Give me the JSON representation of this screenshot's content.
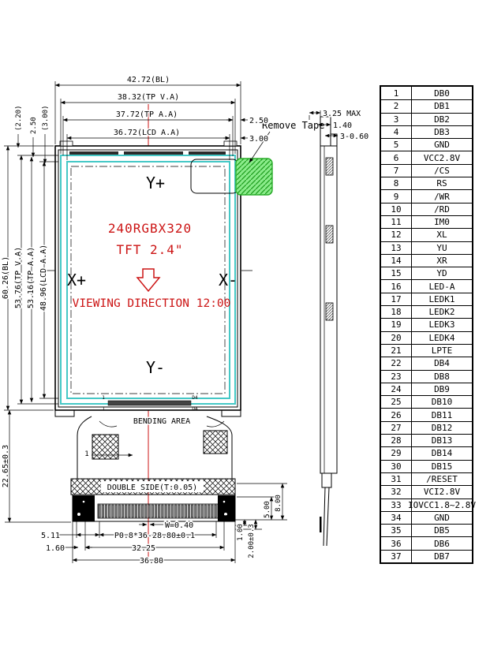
{
  "front_view": {
    "dim_width_bl": "42.72(BL)",
    "dim_width_tp_va": "38.32(TP V.A)",
    "dim_width_tp_aa": "37.72(TP A.A)",
    "dim_width_lcd_aa": "36.72(LCD A.A)",
    "dim_right_top1": "2.50",
    "dim_right_top2": "3.00",
    "dim_left_small1": "(2.20)",
    "dim_left_small2": "2.50",
    "dim_left_small3": "(3.00)",
    "dim_height_bl": "60.26(BL)",
    "dim_height_tp_va": "53.76(TP V.A)",
    "dim_height_tp_aa": "53.16(TP A.A)",
    "dim_height_lcd_aa": "48.96(LCD A.A)",
    "dim_height_tail": "22.65±0.3",
    "axis_y_plus": "Y+",
    "axis_y_minus": "Y-",
    "axis_x_plus": "X+",
    "axis_x_minus": "X-",
    "panel_line1": "240RGBX320",
    "panel_line2": "TFT 2.4\"",
    "viewing_direction": "VIEWING DIRECTION 12:00",
    "remove_tape": "Remove Tape",
    "bending_area": "BENDING AREA",
    "double_side": "DOUBLE SIDE(T:0.05)",
    "contact_left": "1",
    "contact_right": "D4",
    "stiffener_note": "1",
    "pin_first": "1",
    "pin_last": "37",
    "dim_pin_width": "W=0.40",
    "dim_pitch": "P0.8*36-28.80±0.1",
    "dim_3225": "32.25",
    "dim_3680": "36.80",
    "dim_511": "5.11",
    "dim_160": "1.60",
    "dim_100": "1.00",
    "dim_200": "2.00±0.3",
    "dim_500": "5.00",
    "dim_800": "8.00"
  },
  "side_view": {
    "dim_thickness": "3.25 MAX",
    "dim_tape": "1.40",
    "dim_step": "3-0.60"
  },
  "pin_table": {
    "rows": [
      {
        "pin": "1",
        "name": "DB0"
      },
      {
        "pin": "2",
        "name": "DB1"
      },
      {
        "pin": "3",
        "name": "DB2"
      },
      {
        "pin": "4",
        "name": "DB3"
      },
      {
        "pin": "5",
        "name": "GND"
      },
      {
        "pin": "6",
        "name": "VCC2.8V"
      },
      {
        "pin": "7",
        "name": "/CS"
      },
      {
        "pin": "8",
        "name": "RS"
      },
      {
        "pin": "9",
        "name": "/WR"
      },
      {
        "pin": "10",
        "name": "/RD"
      },
      {
        "pin": "11",
        "name": "IM0"
      },
      {
        "pin": "12",
        "name": "XL"
      },
      {
        "pin": "13",
        "name": "YU"
      },
      {
        "pin": "14",
        "name": "XR"
      },
      {
        "pin": "15",
        "name": "YD"
      },
      {
        "pin": "16",
        "name": "LED-A"
      },
      {
        "pin": "17",
        "name": "LEDK1"
      },
      {
        "pin": "18",
        "name": "LEDK2"
      },
      {
        "pin": "19",
        "name": "LEDK3"
      },
      {
        "pin": "20",
        "name": "LEDK4"
      },
      {
        "pin": "21",
        "name": "LPTE"
      },
      {
        "pin": "22",
        "name": "DB4"
      },
      {
        "pin": "23",
        "name": "DB8"
      },
      {
        "pin": "24",
        "name": "DB9"
      },
      {
        "pin": "25",
        "name": "DB10"
      },
      {
        "pin": "26",
        "name": "DB11"
      },
      {
        "pin": "27",
        "name": "DB12"
      },
      {
        "pin": "28",
        "name": "DB13"
      },
      {
        "pin": "29",
        "name": "DB14"
      },
      {
        "pin": "30",
        "name": "DB15"
      },
      {
        "pin": "31",
        "name": "/RESET"
      },
      {
        "pin": "32",
        "name": "VCI2.8V"
      },
      {
        "pin": "33",
        "name": "IOVCC1.8~2.8V"
      },
      {
        "pin": "34",
        "name": "GND"
      },
      {
        "pin": "35",
        "name": "DB5"
      },
      {
        "pin": "36",
        "name": "DB6"
      },
      {
        "pin": "37",
        "name": "DB7"
      }
    ]
  },
  "colors": {
    "line": "#000000",
    "teal": "#45C8C6",
    "red": "#CC1414",
    "tape_green": "#8BEC8B",
    "tape_green_dark": "#1F9E1F"
  }
}
